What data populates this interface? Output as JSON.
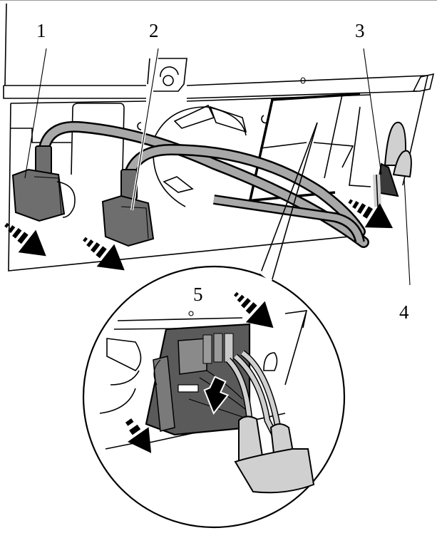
{
  "figure": {
    "type": "technical-illustration",
    "subject": "Disconnecting cable connectors from a chassis panel, with detail inset of connector 5",
    "colors": {
      "line": "#000000",
      "cable_fill": "#a8a8a8",
      "light_cable_fill": "#d0d0d0",
      "connector_body": "#6e6e6e",
      "background": "#ffffff"
    },
    "callouts": [
      {
        "id": "1",
        "label": "1",
        "target": "left connector"
      },
      {
        "id": "2",
        "label": "2",
        "target": "middle connector"
      },
      {
        "id": "3",
        "label": "3",
        "target": "right cable bundle"
      },
      {
        "id": "4",
        "label": "4",
        "target": "right cable clip"
      },
      {
        "id": "5",
        "label": "5",
        "target": "multi-pin connector (detail view)"
      }
    ],
    "arrows": [
      {
        "name": "pull-arrow-connector-1",
        "direction": "down-right",
        "style": "dashed-shaft"
      },
      {
        "name": "pull-arrow-connector-2",
        "direction": "down-right",
        "style": "dashed-shaft"
      },
      {
        "name": "pull-arrow-cables-3-4",
        "direction": "down-right",
        "style": "dashed-shaft"
      },
      {
        "name": "pull-arrow-detail-top",
        "direction": "down-right",
        "style": "dashed-shaft"
      },
      {
        "name": "press-arrow-latch",
        "direction": "down",
        "style": "outlined"
      },
      {
        "name": "pull-arrow-detail-bottom",
        "direction": "down-right",
        "style": "dashed-shaft"
      }
    ],
    "detail_inset": {
      "shape": "circle",
      "magnifies": "connector 5 region"
    }
  }
}
